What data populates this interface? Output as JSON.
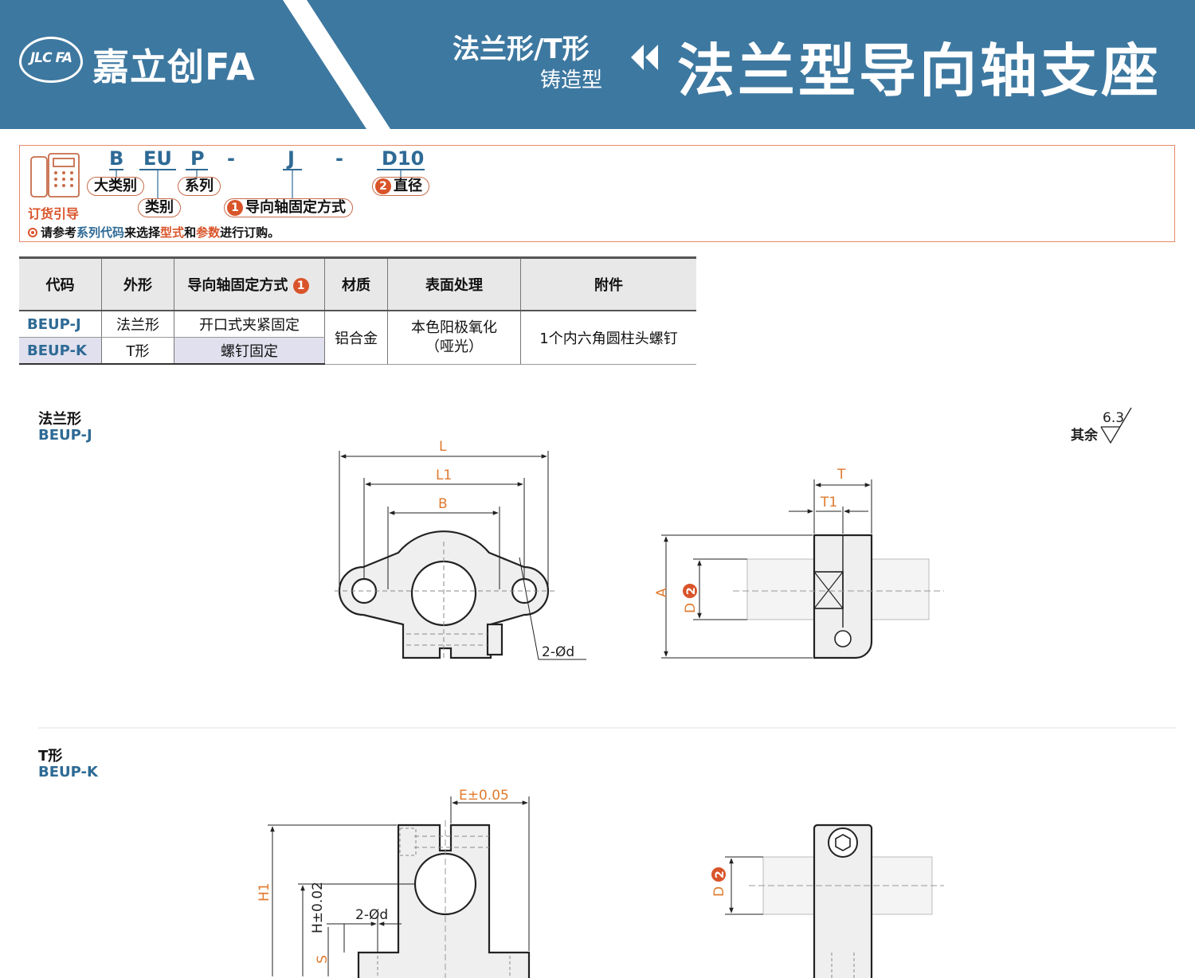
{
  "header": {
    "logo_mark": "JLC FA",
    "logo_text": "嘉立创FA",
    "subtitle_line1": "法兰形/T形",
    "subtitle_line2": "铸造型",
    "title": "法兰型导向轴支座",
    "colors": {
      "banner": "#3d78a0",
      "banner_dark": "#2f6a92"
    }
  },
  "order_guide": {
    "label": "订货引导",
    "code_parts": [
      "B",
      "EU",
      "P",
      "-",
      "J",
      "-",
      "D10"
    ],
    "pills": {
      "major_category": "大类别",
      "series": "系列",
      "category": "类别",
      "fixing_method": "导向轴固定方式",
      "fixing_num": "1",
      "diameter": "直径",
      "diameter_num": "2"
    },
    "note": {
      "t1": "请参考",
      "t2": "系列代码",
      "t3": "来选择",
      "t4": "型式",
      "t5": "和",
      "t6": "参数",
      "t7": "进行订购。"
    }
  },
  "table": {
    "headers": [
      "代码",
      "外形",
      "导向轴固定方式",
      "材质",
      "表面处理",
      "附件"
    ],
    "header_num": "1",
    "rows": [
      {
        "code": "BEUP-J",
        "shape": "法兰形",
        "fixing": "开口式夹紧固定"
      },
      {
        "code": "BEUP-K",
        "shape": "T形",
        "fixing": "螺钉固定"
      }
    ],
    "material": "铝合金",
    "surface_line1": "本色阳极氧化",
    "surface_line2": "（哑光）",
    "accessory": "1个内六角圆柱头螺钉"
  },
  "section_flange": {
    "name": "法兰形",
    "code": "BEUP-J",
    "roughness_value": "6.3",
    "roughness_label": "其余",
    "dims": {
      "L": "L",
      "L1": "L1",
      "B": "B",
      "hole": "2-Ød",
      "T": "T",
      "T1": "T1",
      "A": "A",
      "D": "D",
      "D_num": "2"
    }
  },
  "section_t": {
    "name": "T形",
    "code": "BEUP-K",
    "dims": {
      "E": "E±0.05",
      "H1": "H1",
      "H": "H±0.02",
      "S": "S",
      "hole": "2-Ød",
      "D": "D",
      "D_num": "2"
    }
  }
}
